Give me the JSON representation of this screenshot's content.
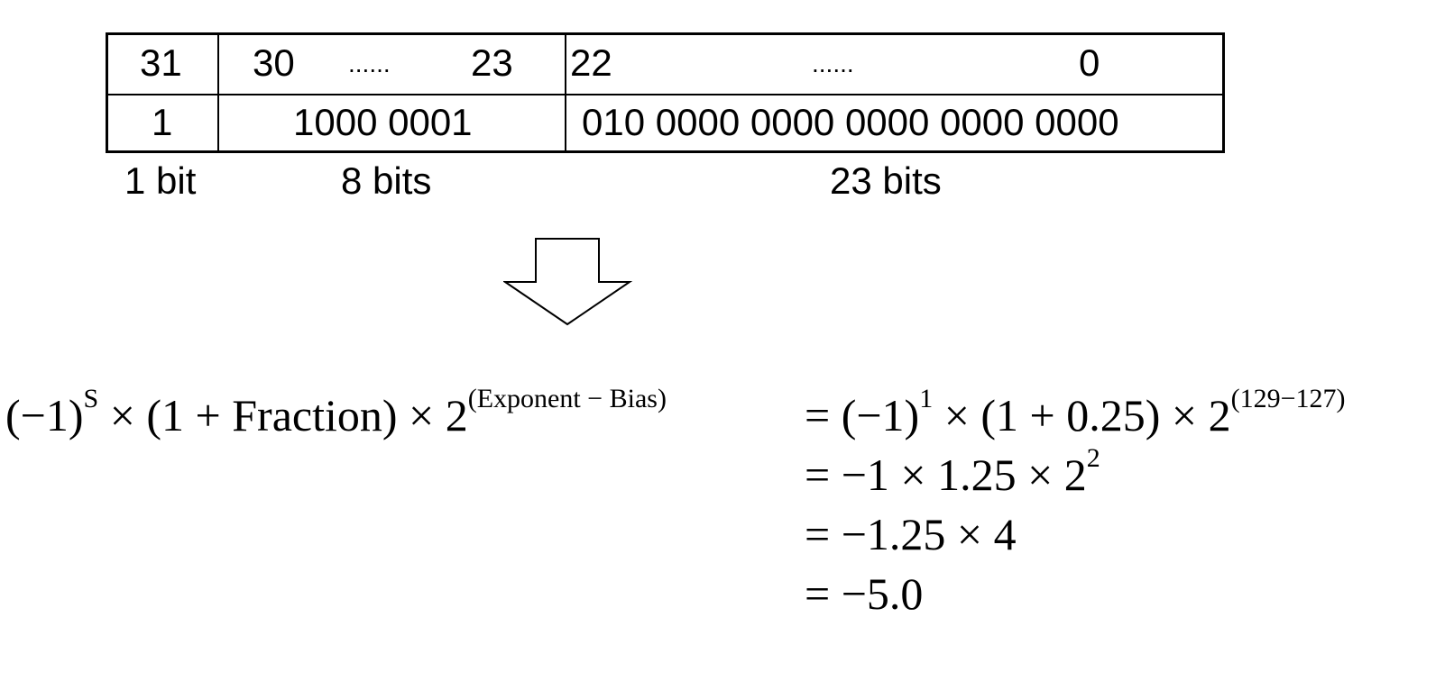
{
  "bit_table": {
    "header": {
      "sign_bit": "31",
      "exponent_start": "30",
      "exponent_dots": "......",
      "exponent_end": "23",
      "fraction_start": "22",
      "fraction_dots": "......",
      "fraction_end": "0"
    },
    "values": {
      "sign": "1",
      "exponent": "1000 0001",
      "fraction": "010 0000 0000 0000 0000 0000"
    },
    "captions": {
      "sign": "1 bit",
      "exponent": "8 bits",
      "fraction": "23 bits"
    }
  },
  "formula": {
    "general": {
      "base": "(−1)",
      "sign_exp": "S",
      "mid": " × (1 + Fraction) × 2",
      "exp": "(Exponent − Bias)"
    },
    "line1": {
      "prefix": "= (−1)",
      "sign_exp": "1",
      "mid": " × (1 + 0.25) × 2",
      "exp": "(129−127)"
    },
    "line2": {
      "prefix": "= −1 × 1.25 × 2",
      "exp": "2"
    },
    "line3": "= −1.25 × 4",
    "line4": "= −5.0"
  }
}
